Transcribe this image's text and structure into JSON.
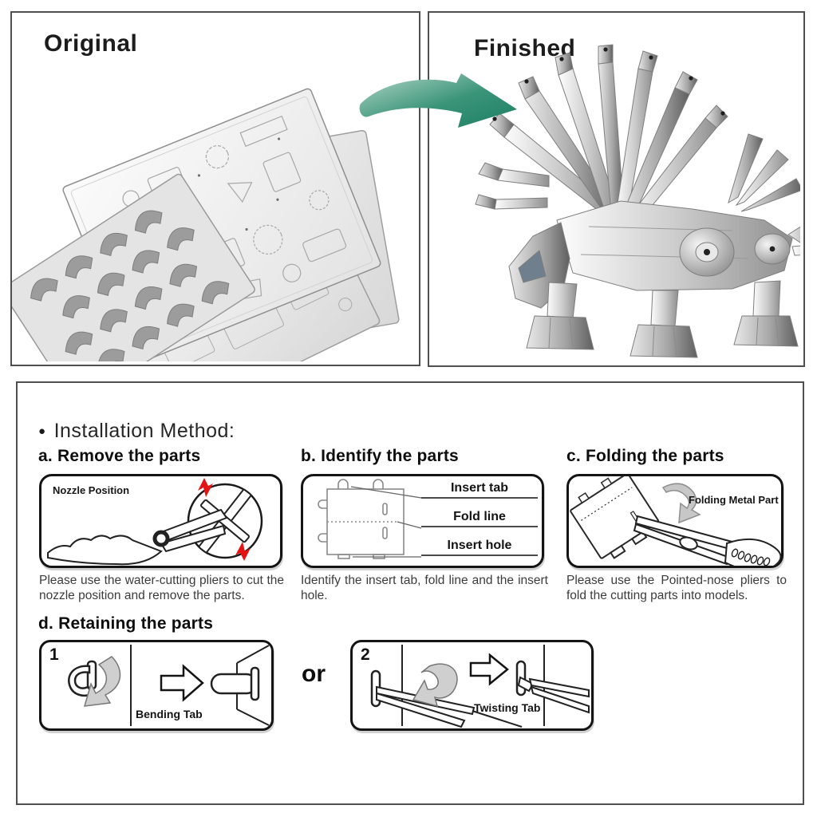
{
  "top": {
    "original_panel": {
      "title": "Original"
    },
    "finished_panel": {
      "title": "Finished"
    }
  },
  "installation": {
    "bullet": "●",
    "heading": "Installation Method:",
    "section_a": {
      "title": "a. Remove the parts",
      "diagram_label": "Nozzle Position",
      "caption": "Please use the water-cutting pliers to cut the nozzle position and remove the parts."
    },
    "section_b": {
      "title": "b. Identify the parts",
      "label_insert_tab": "Insert tab",
      "label_fold_line": "Fold line",
      "label_insert_hole": "Insert hole",
      "caption": "Identify the insert tab, fold line and the insert hole."
    },
    "section_c": {
      "title": "c. Folding the parts",
      "diagram_label": "Folding Metal Part",
      "caption": "Please use the Pointed-nose pliers to fold the cutting parts into models."
    },
    "section_d": {
      "title": "d. Retaining the parts",
      "step1_number": "1",
      "step1_label": "Bending Tab",
      "or_label": "or",
      "step2_number": "2",
      "step2_label": "Twisting Tab"
    }
  },
  "colors": {
    "panel_border": "#4f4f4f",
    "box_border": "#141414",
    "caption_text": "#3c3c3c",
    "arrow_green": "#2e8e70",
    "spark_red": "#e51414",
    "gray_arrow": "#cfcfcf",
    "metal_silver": "#c9c9c9"
  }
}
